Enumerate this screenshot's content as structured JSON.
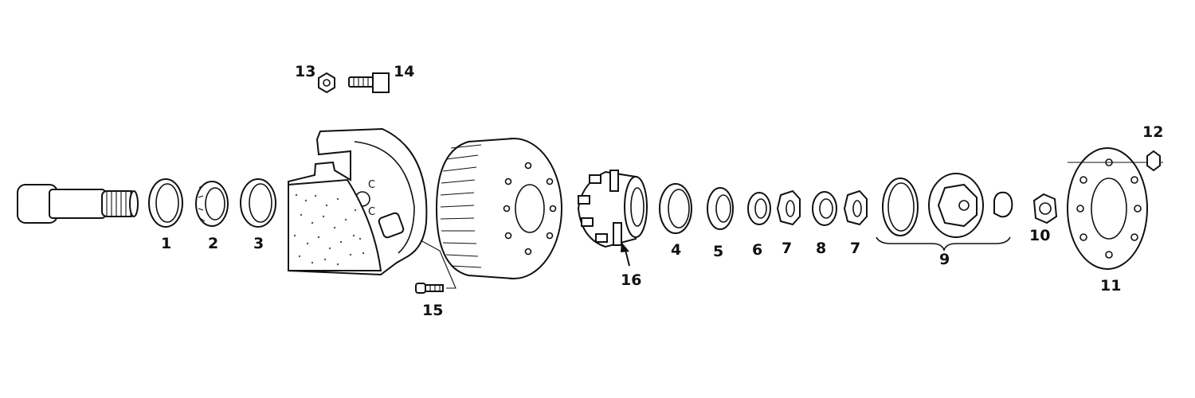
{
  "labels": {
    "l1": "1",
    "l2": "2",
    "l3": "3",
    "l4": "4",
    "l5": "5",
    "l6": "6",
    "l7a": "7",
    "l7b": "7",
    "l8": "8",
    "l9": "9",
    "l10": "10",
    "l11": "11",
    "l12": "12",
    "l13": "13",
    "l14": "14",
    "l15": "15",
    "l16": "16"
  },
  "colors": {
    "line": "#111111",
    "fill": "#ffffff",
    "speckle": "#555555"
  }
}
